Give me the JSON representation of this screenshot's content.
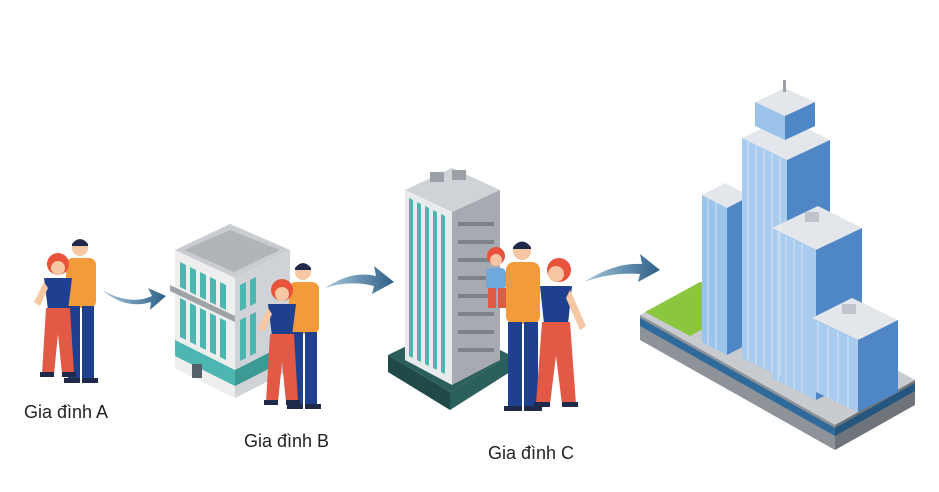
{
  "labels": {
    "family_a": "Gia đình A",
    "family_b": "Gia đình B",
    "family_c": "Gia đình C"
  },
  "colors": {
    "hair": "#e8533e",
    "woman_top": "#1f3f8f",
    "woman_pants": "#e25a45",
    "man_shirt": "#f39a3a",
    "man_pants": "#1f3f8f",
    "skin": "#f6c7a2",
    "arrow": "#2f6a8f",
    "teal": "#4db6b0",
    "blue_glass": "#6fa8dc",
    "gray": "#b9bcc1",
    "grass": "#8cc63f"
  }
}
